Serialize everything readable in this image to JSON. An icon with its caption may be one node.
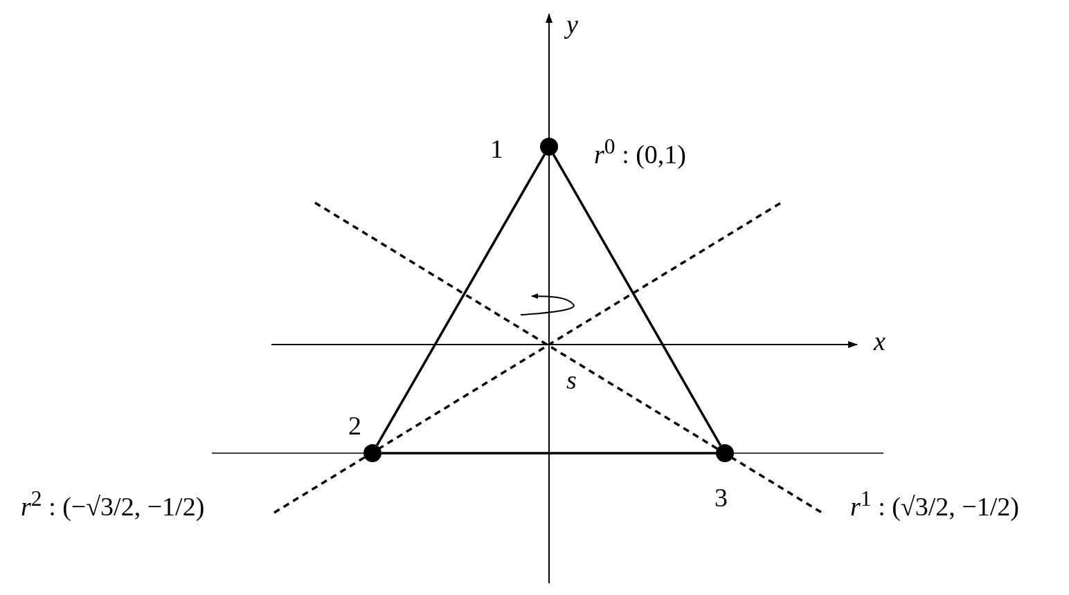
{
  "diagram": {
    "nodes": [
      {
        "text": [],
        "shape": "circle",
        "beside": [
          "1",
          "*r*$^{0}$ : (0,1)"
        ]
      },
      {
        "text": [],
        "shape": "circle",
        "beside": [
          "2"
        ]
      },
      {
        "text": [],
        "shape": "circle",
        "beside": [
          "3"
        ]
      }
    ],
    "edges": [
      {
        "from": 0,
        "to": 1,
        "arrow": "none"
      },
      {
        "from": 1,
        "to": 2,
        "arrow": "none"
      },
      {
        "from": 2,
        "to": 0,
        "arrow": "none"
      }
    ],
    "labels": [
      "y",
      "x",
      "s",
      "*r*$^{2}$ : (−√3/2, −1/2)",
      "*r*$^{1}$ : (√3/2, −1/2)"
    ]
  }
}
